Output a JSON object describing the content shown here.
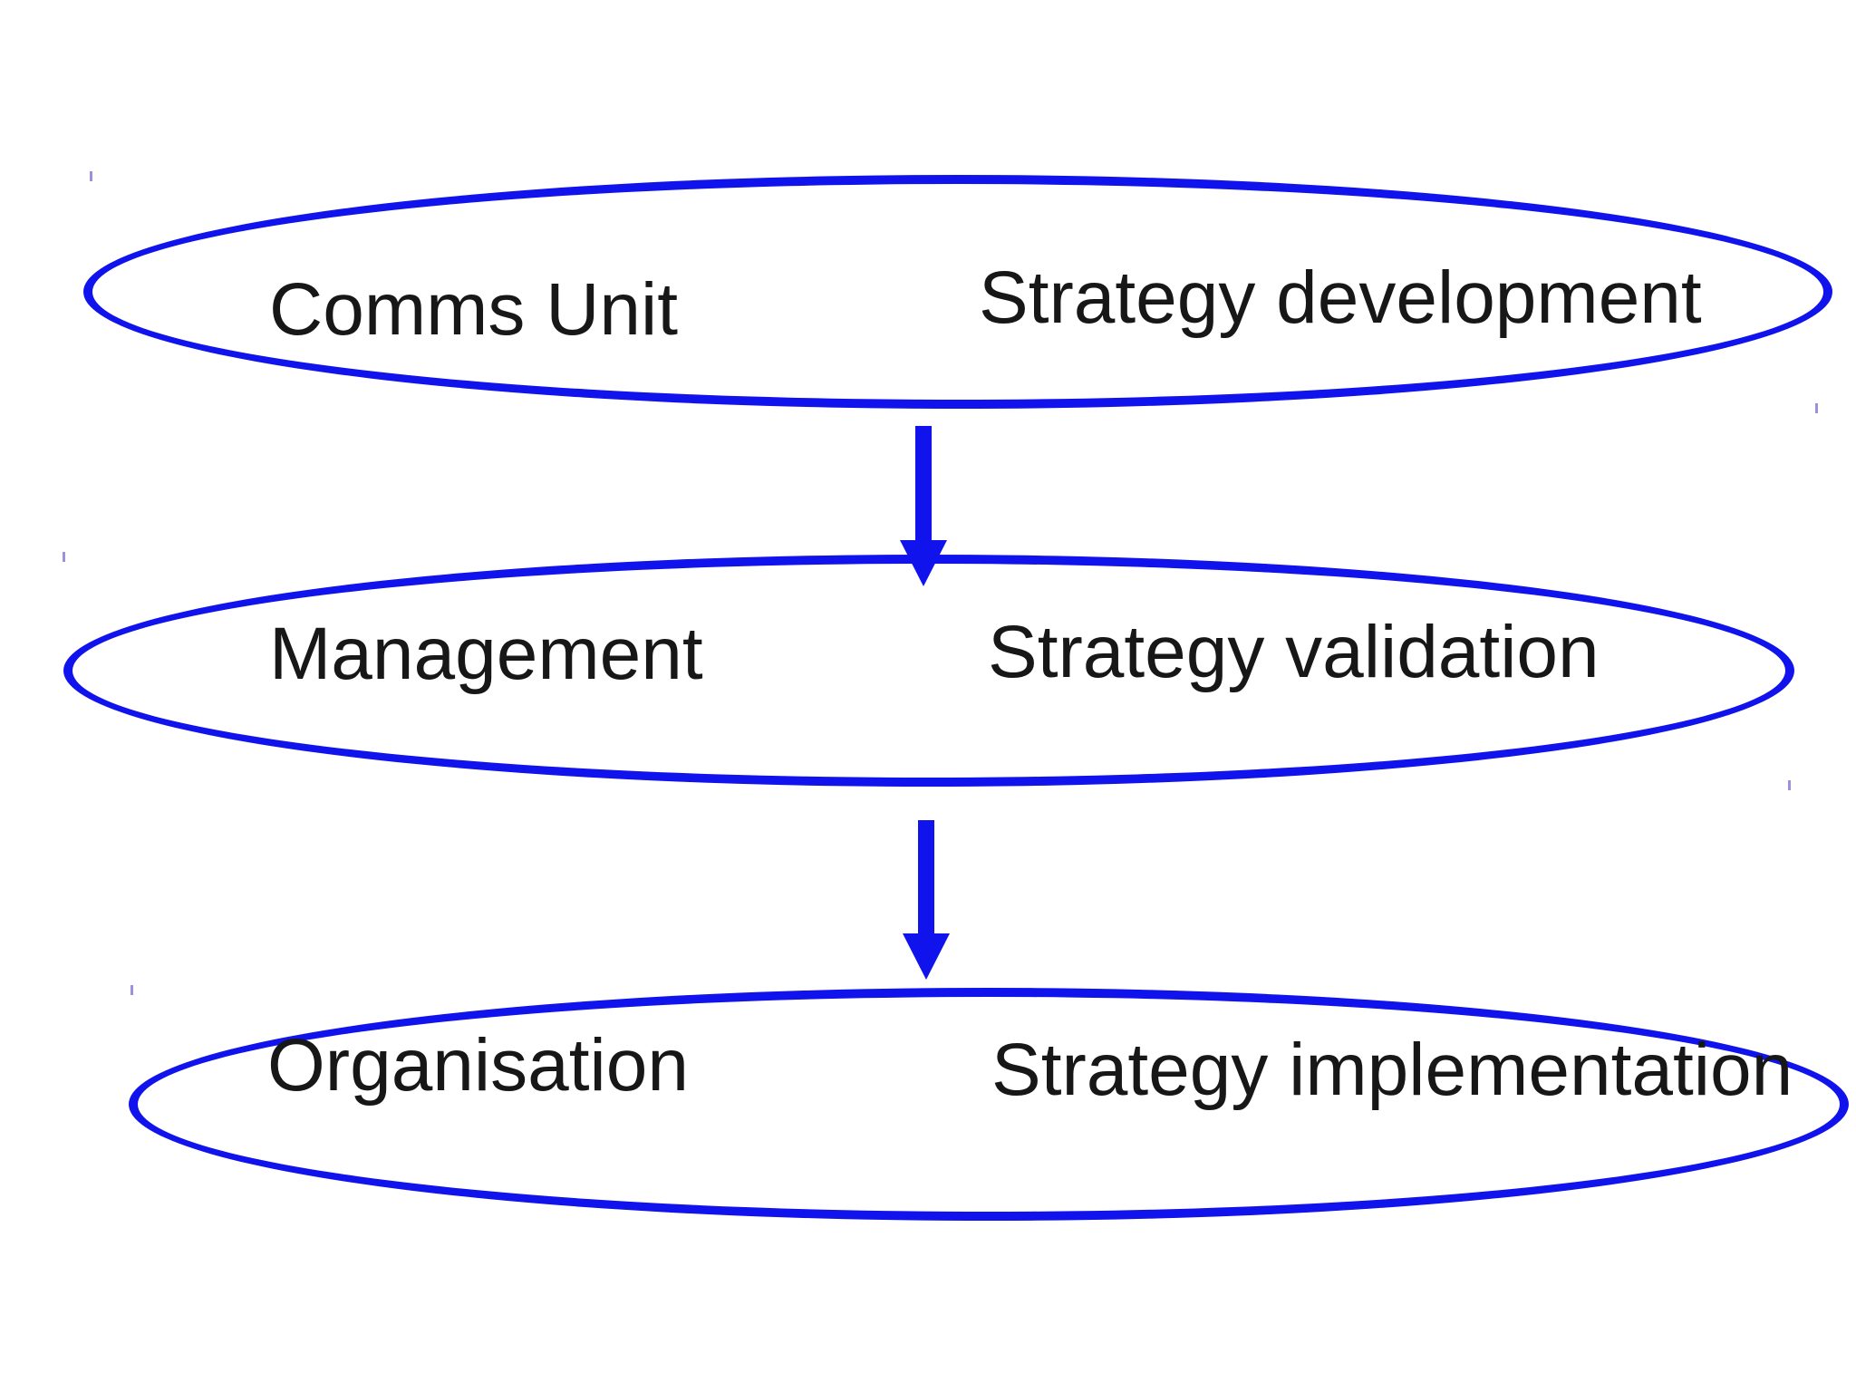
{
  "diagram": {
    "type": "flow",
    "direction": "top-down",
    "rows": [
      {
        "actor": "Comms Unit",
        "activity": "Strategy development"
      },
      {
        "actor": "Management",
        "activity": "Strategy validation"
      },
      {
        "actor": "Organisation",
        "activity": "Strategy implementation"
      }
    ],
    "connectors": [
      {
        "from": 0,
        "to": 1,
        "shape": "down-arrow"
      },
      {
        "from": 1,
        "to": 2,
        "shape": "down-arrow"
      }
    ]
  },
  "colors": {
    "background": "#ffffff",
    "shape_outline_blue": "#1113ec",
    "arrow_blue": "#1113ec",
    "text": "#171717",
    "artifact_tick": "#9a92dd"
  }
}
